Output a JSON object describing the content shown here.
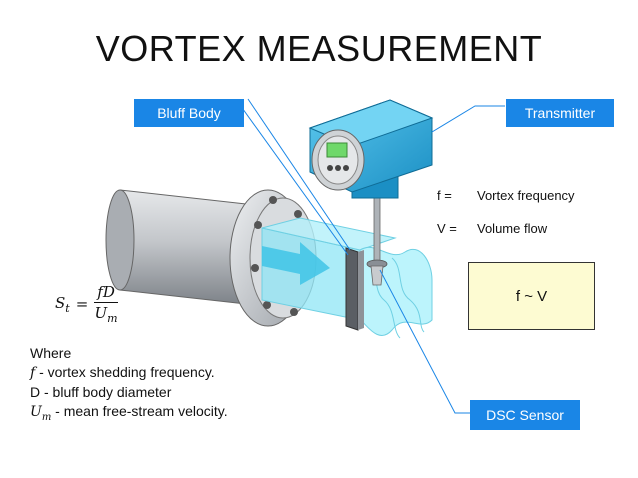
{
  "title": "VORTEX MEASUREMENT",
  "callouts": {
    "bluff_body": "Bluff Body",
    "transmitter": "Transmitter",
    "dsc_sensor": "DSC Sensor"
  },
  "definitions": [
    {
      "symbol": "f =",
      "text": "Vortex frequency"
    },
    {
      "symbol": "V =",
      "text": "Volume flow"
    }
  ],
  "relation": "f ~ V",
  "formula": {
    "lhs": "S",
    "lhs_sub": "t",
    "eq": "=",
    "numerator": "fD",
    "denominator": "U",
    "denominator_sub": "m"
  },
  "where": {
    "heading": "Where",
    "items": [
      {
        "sym": "f",
        "sub": "",
        "text": " - vortex shedding frequency."
      },
      {
        "sym": "",
        "sub": "",
        "text": "D - bluff body diameter"
      },
      {
        "sym": "U",
        "sub": "m",
        "text": " - mean free-stream velocity."
      }
    ]
  },
  "colors": {
    "callout": "#1a86e6",
    "transmitter": "#2aa6d6",
    "flow": "#8fe6f5",
    "pipe": "#b8bcc2",
    "relation_box": "#fdfbd2"
  }
}
